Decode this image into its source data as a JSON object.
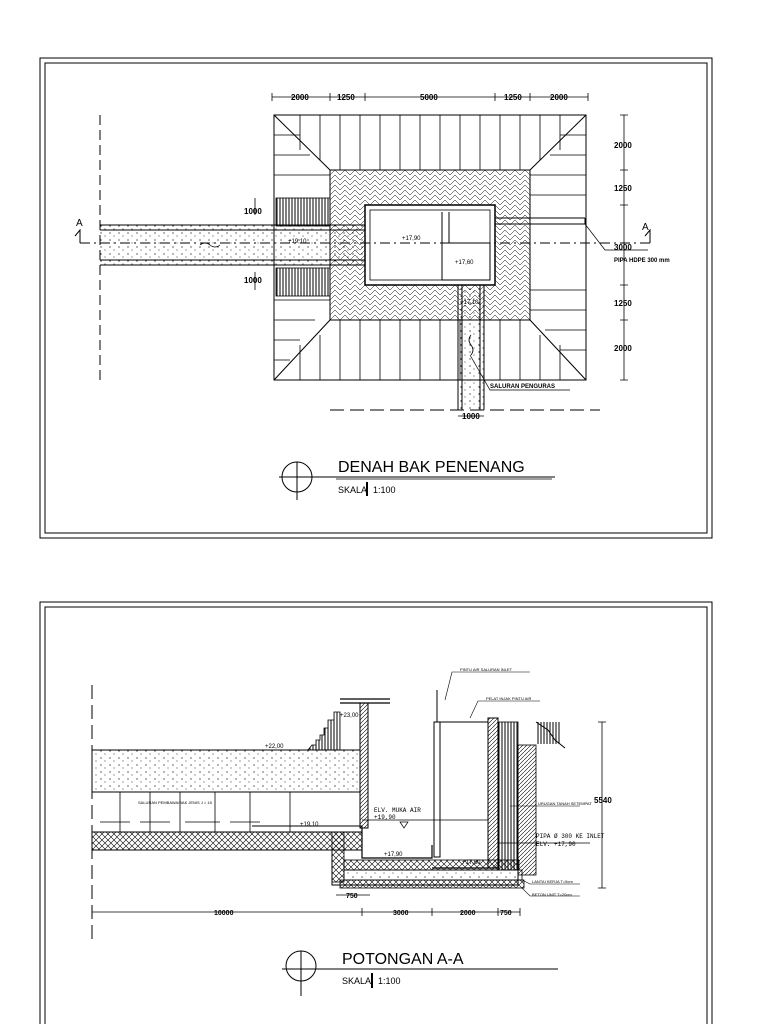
{
  "plan": {
    "title": "DENAH BAK PENENANG",
    "scale_label": "SKALA",
    "scale_value": "1:100",
    "section_mark": "A",
    "dims_top": [
      "2000",
      "1250",
      "5000",
      "1250",
      "2000"
    ],
    "dims_right": [
      "2000",
      "1250",
      "3000",
      "1250",
      "2000"
    ],
    "dim_pipe_top": "1000",
    "dim_pipe_bottom": "1000",
    "dim_outlet": "1000",
    "elev_inlet": "+19,10",
    "elev_basin": "+17,90",
    "elev_chamber": "+17,60",
    "elev_outlet": "+17,10",
    "label_pipe": "PIPA HDPE 300 mm",
    "label_channel": "SALURAN PENGURAS"
  },
  "section": {
    "title": "POTONGAN A-A",
    "scale_label": "SKALA",
    "scale_value": "1:100",
    "elev_top": "+23,00",
    "elev_ground": "+22,00",
    "elev_channel": "+19,10",
    "label_water": "ELV. MUKA AIR",
    "elev_water": "+19,90",
    "elev_floor": "+17,90",
    "elev_floor2": "+17,60",
    "label_inlet_pipe": "PIPA Ø 300 KE INLET",
    "label_inlet_elev": "ELV. +17,90",
    "label_door": "PINTU AIR SALURAN INLET",
    "label_plate": "PELAT INJAK PINTU AIR",
    "label_fill": "URUGAN TANAH SETEMPAT",
    "label_slab": "LANTAI KERJA T=5cm",
    "label_concrete": "BETON UNIT T=20cm",
    "label_channel": "SALURAN PEMBAWA/BAK JENIS J = 15",
    "dim_height": "5540",
    "dim_750a": "750",
    "dims_bottom": [
      "10000",
      "3000",
      "2000",
      "750"
    ]
  }
}
